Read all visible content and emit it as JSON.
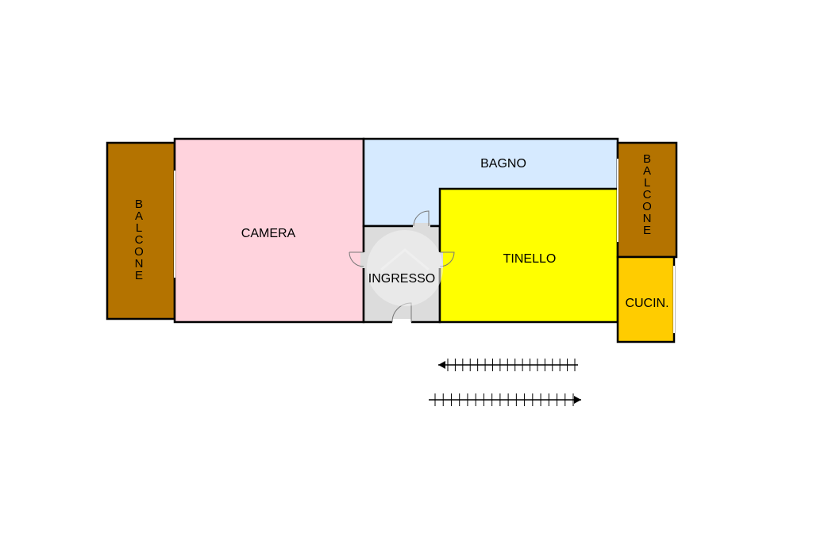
{
  "rooms": {
    "balcone_left": {
      "label": "BALCONE",
      "color": "#b47300"
    },
    "camera": {
      "label": "CAMERA",
      "color": "#ffd3dd"
    },
    "bagno": {
      "label": "BAGNO",
      "color": "#d6eaff"
    },
    "ingresso": {
      "label": "INGRESSO",
      "color": "#dcdcdc"
    },
    "tinello": {
      "label": "TINELLO",
      "color": "#ffff00"
    },
    "balcone_right": {
      "label": "BALCONE",
      "color": "#b47300"
    },
    "cucinotto": {
      "label": "CUCIN.",
      "color": "#ffcc00"
    }
  },
  "stairs": {
    "arrows": [
      "left",
      "right"
    ]
  }
}
